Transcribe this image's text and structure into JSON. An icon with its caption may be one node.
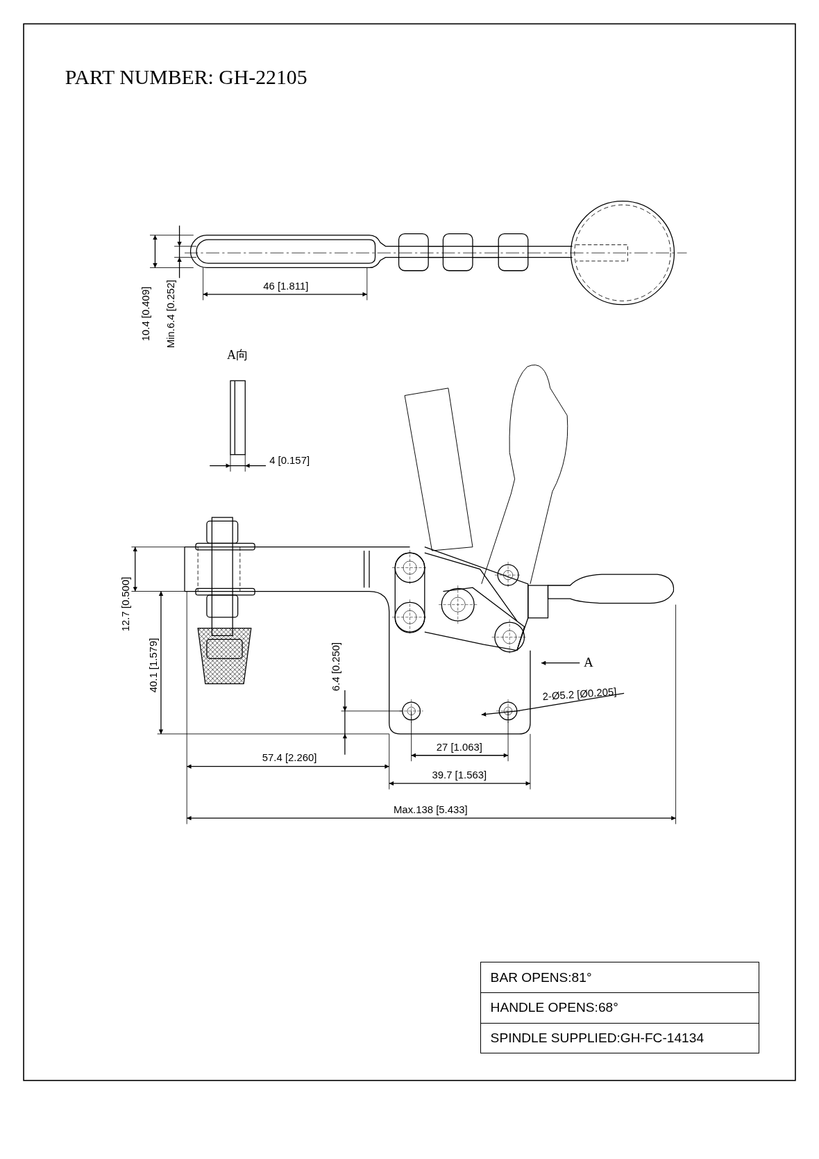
{
  "diagram": {
    "title": "PART NUMBER: GH-22105",
    "labels": [
      "46 [1.811]",
      "10.4 [0.409]",
      "Min.6.4 [0.252]",
      "A向",
      "4 [0.157]",
      "A",
      "12.7 [0.500]",
      "40.1 [1.579]",
      "6.4 [0.250]",
      "2-Ø5.2 [Ø0.205]",
      "27 [1.063]",
      "57.4 [2.260]",
      "39.7 [1.563]",
      "Max.138 [5.433]",
      "BAR OPENS:81°",
      "HANDLE OPENS:68°",
      "SPINDLE SUPPLIED:GH-FC-14134"
    ]
  }
}
